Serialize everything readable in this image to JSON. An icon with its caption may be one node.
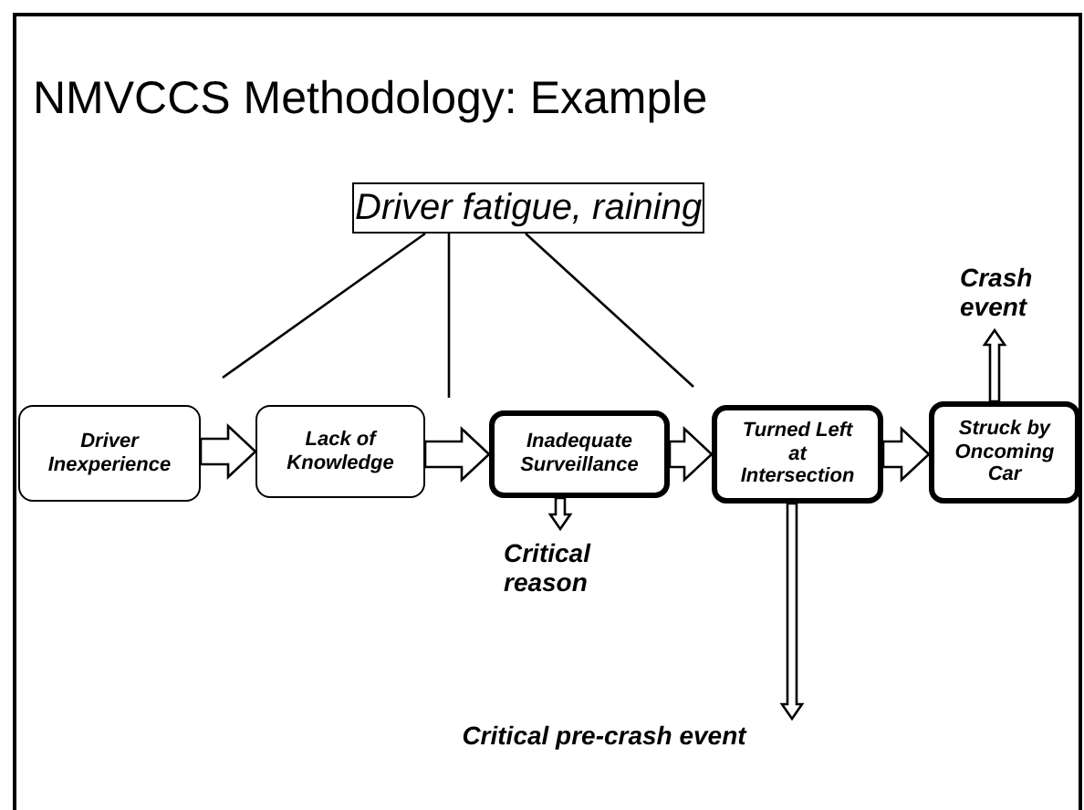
{
  "diagram": {
    "title": "NMVCCS Methodology: Example",
    "nodes": [
      {
        "text": [
          "Driver fatigue, raining"
        ]
      },
      {
        "text": [
          "Driver Inexperience"
        ]
      },
      {
        "text": [
          "Lack of Knowledge"
        ]
      },
      {
        "text": [
          "Inadequate Surveillance"
        ]
      },
      {
        "text": [
          "Turned Left at Intersection"
        ]
      },
      {
        "text": [
          "Struck by Oncoming Car"
        ]
      },
      {
        "text": [
          "Critical reason"
        ]
      },
      {
        "text": [
          "Critical pre-crash event"
        ]
      },
      {
        "text": [
          "Crash event"
        ]
      }
    ],
    "edges": [
      {
        "from": 1,
        "to": 2,
        "arrow": "to",
        "style": "thick"
      },
      {
        "from": 2,
        "to": 3,
        "arrow": "to",
        "style": "thick"
      },
      {
        "from": 3,
        "to": 4,
        "arrow": "to",
        "style": "thick"
      },
      {
        "from": 4,
        "to": 5,
        "arrow": "to",
        "style": "thick"
      },
      {
        "from": 3,
        "to": 6,
        "arrow": "to"
      },
      {
        "from": 4,
        "to": 7,
        "arrow": "to"
      },
      {
        "from": 5,
        "to": 8,
        "arrow": "to"
      },
      {
        "from": 0,
        "to": null,
        "arrow": "none"
      },
      {
        "from": 0,
        "to": null,
        "arrow": "none"
      },
      {
        "from": 0,
        "to": null,
        "arrow": "none"
      }
    ]
  }
}
